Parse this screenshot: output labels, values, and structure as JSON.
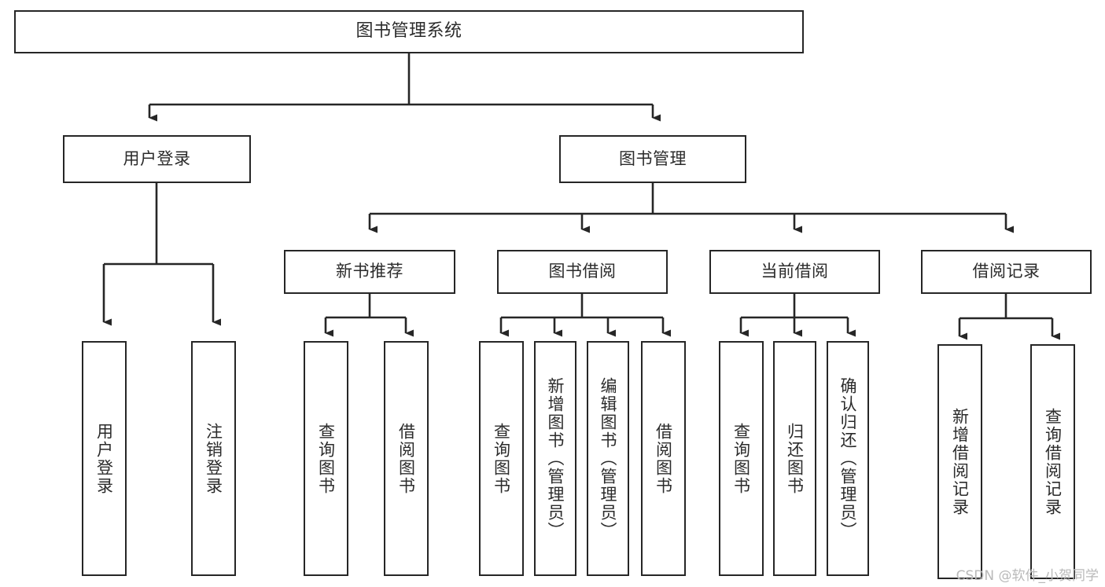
{
  "diagram": {
    "title": "图书管理系统",
    "type": "tree",
    "watermark": "CSDN @软件_小贺同学",
    "colors": {
      "box_border": "#262626",
      "box_fill": "#ffffff",
      "edge": "#262626",
      "text": "#2b2b2b",
      "watermark": "#b9b9b9",
      "background": "#ffffff"
    },
    "nodes": {
      "root": {
        "label": "图书管理系统"
      },
      "level1": [
        {
          "label": "用户登录"
        },
        {
          "label": "图书管理"
        }
      ],
      "level2": [
        {
          "label": "新书推荐"
        },
        {
          "label": "图书借阅"
        },
        {
          "label": "当前借阅"
        },
        {
          "label": "借阅记录"
        }
      ],
      "leaves": {
        "user_login": [
          {
            "label": "用户登录"
          },
          {
            "label": "注销登录"
          }
        ],
        "new_book_recommend": [
          {
            "label": "查询图书"
          },
          {
            "label": "借阅图书"
          }
        ],
        "book_borrow": [
          {
            "label": "查询图书"
          },
          {
            "label": "新增图书（管理员）"
          },
          {
            "label": "编辑图书（管理员）"
          },
          {
            "label": "借阅图书"
          }
        ],
        "current_borrow": [
          {
            "label": "查询图书"
          },
          {
            "label": "归还图书"
          },
          {
            "label": "确认归还（管理员）"
          }
        ],
        "borrow_record": [
          {
            "label": "新增借阅记录"
          },
          {
            "label": "查询借阅记录"
          }
        ]
      }
    }
  }
}
